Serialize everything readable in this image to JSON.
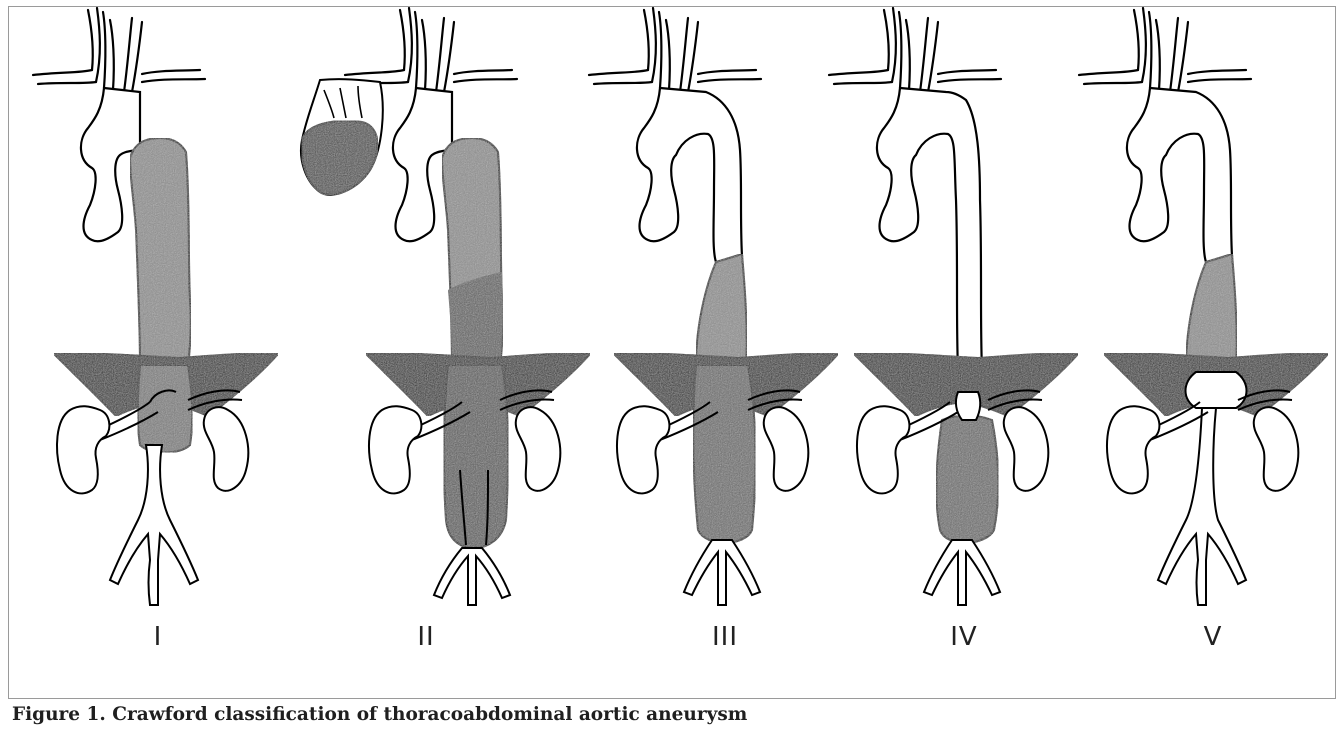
{
  "figure": {
    "caption": "Figure 1. Crawford classification of thoracoabdominal aortic aneurysm",
    "panels": [
      {
        "label": "I"
      },
      {
        "label": "II"
      },
      {
        "label": "III"
      },
      {
        "label": "IV"
      },
      {
        "label": "V"
      }
    ]
  },
  "colors": {
    "stroke": "#000000",
    "aneurysm_fill": "#8c8c8c",
    "aneurysm_fill_dark": "#5a5a5a",
    "diaphragm_fill": "#2b2b2b",
    "vessel_fill": "#ffffff"
  }
}
